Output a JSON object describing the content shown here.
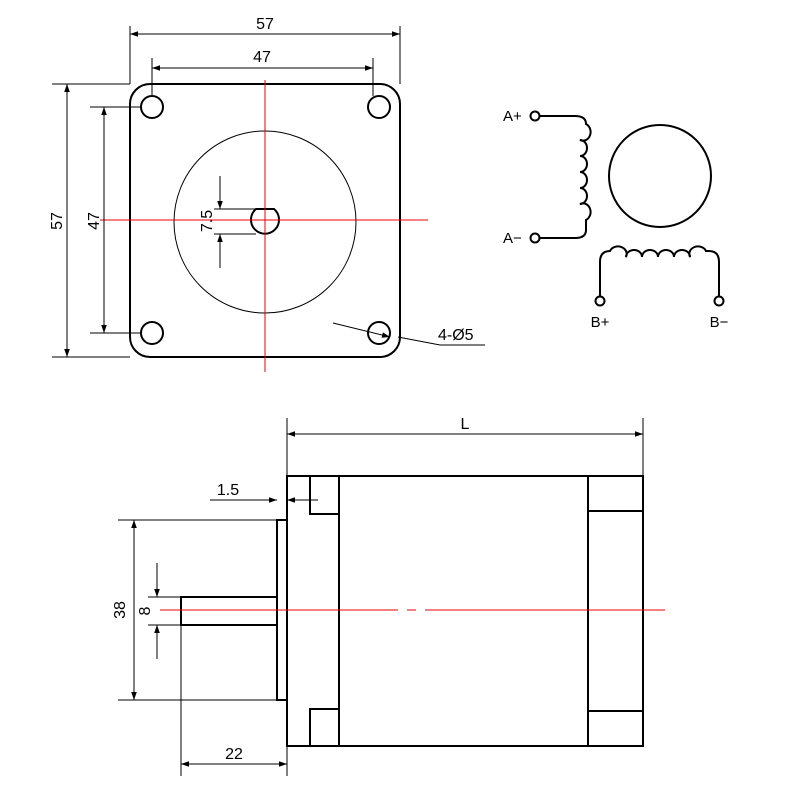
{
  "front_view": {
    "dim_overall_width": "57",
    "dim_hole_spacing_width": "47",
    "dim_overall_height": "57",
    "dim_hole_spacing_height": "47",
    "dim_shaft_flat": "7.5",
    "hole_callout": "4-Ø5"
  },
  "side_view": {
    "dim_length": "L",
    "dim_boss_height": "1.5",
    "dim_boss_diameter": "38",
    "dim_shaft_diameter": "8",
    "dim_shaft_length": "22"
  },
  "wiring": {
    "a_plus": "A+",
    "a_minus": "A−",
    "b_plus": "B+",
    "b_minus": "B−"
  },
  "colors": {
    "outline": "#000000",
    "center_line": "#e8000b"
  }
}
